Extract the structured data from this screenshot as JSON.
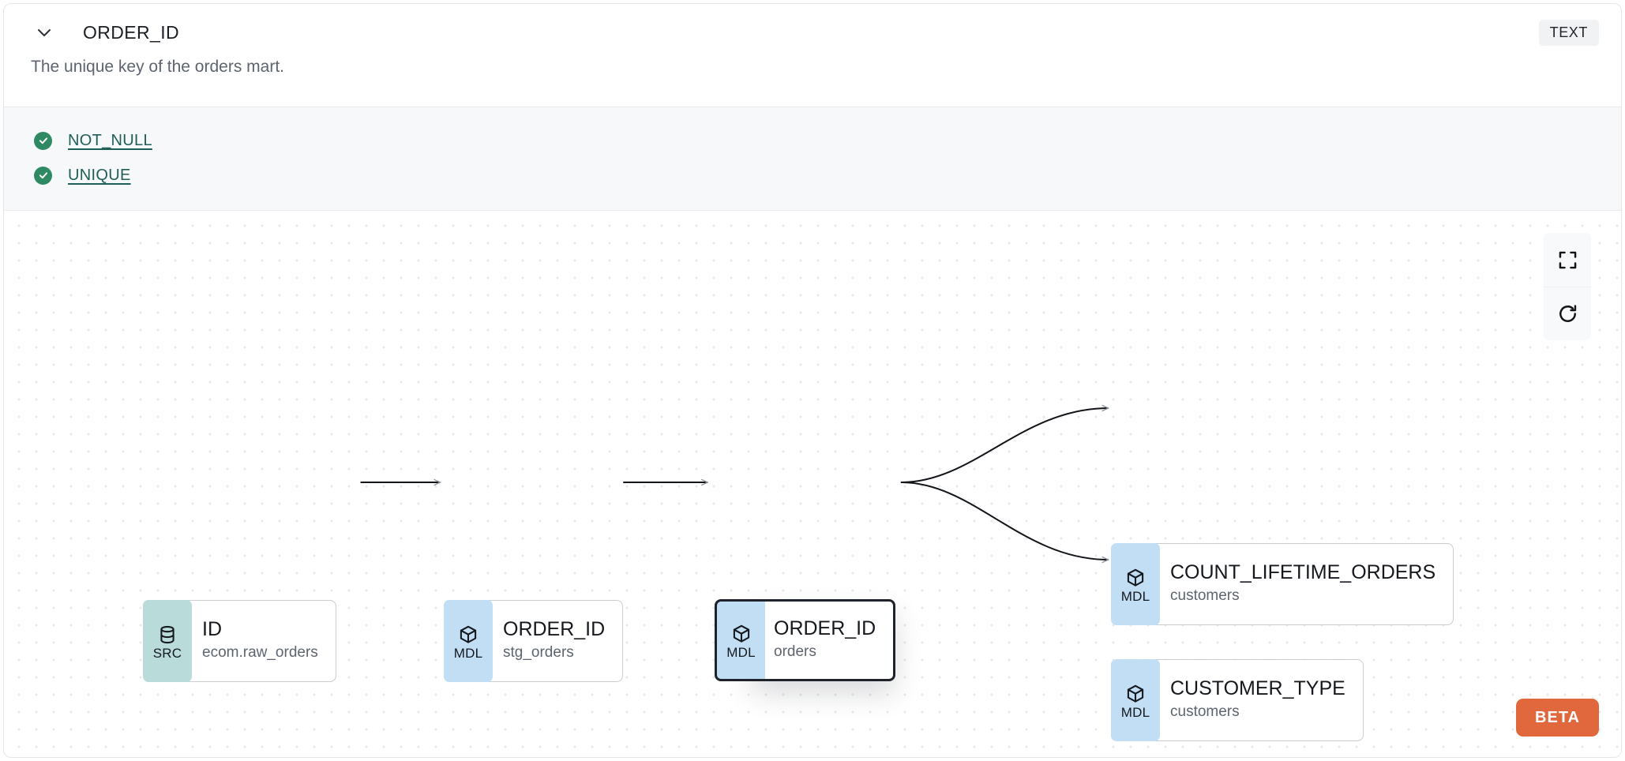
{
  "header": {
    "chevron_icon": "chevron-down-icon",
    "column_name": "ORDER_ID",
    "type_badge": "TEXT",
    "description": "The unique key of the orders mart."
  },
  "tests": [
    {
      "icon": "check-circle-icon",
      "label": "NOT_NULL",
      "status": "pass"
    },
    {
      "icon": "check-circle-icon",
      "label": "UNIQUE",
      "status": "pass"
    }
  ],
  "lineage": {
    "nodes": [
      {
        "id": "src-id",
        "badge": "SRC",
        "badge_icon": "database-icon",
        "name": "ID",
        "sub": "ecom.raw_orders",
        "selected": false
      },
      {
        "id": "stg-order-id",
        "badge": "MDL",
        "badge_icon": "cube-icon",
        "name": "ORDER_ID",
        "sub": "stg_orders",
        "selected": false
      },
      {
        "id": "orders-order-id",
        "badge": "MDL",
        "badge_icon": "cube-icon",
        "name": "ORDER_ID",
        "sub": "orders",
        "selected": true
      },
      {
        "id": "count-lifetime",
        "badge": "MDL",
        "badge_icon": "cube-icon",
        "name": "COUNT_LIFETIME_ORDERS",
        "sub": "customers",
        "selected": false
      },
      {
        "id": "customer-type",
        "badge": "MDL",
        "badge_icon": "cube-icon",
        "name": "CUSTOMER_TYPE",
        "sub": "customers",
        "selected": false
      }
    ],
    "edges": [
      {
        "from": "src-id",
        "to": "stg-order-id"
      },
      {
        "from": "stg-order-id",
        "to": "orders-order-id"
      },
      {
        "from": "orders-order-id",
        "to": "count-lifetime"
      },
      {
        "from": "orders-order-id",
        "to": "customer-type"
      }
    ],
    "controls": [
      {
        "name": "fit-view-button",
        "icon": "fullscreen-icon"
      },
      {
        "name": "refresh-button",
        "icon": "refresh-icon"
      }
    ],
    "beta_label": "BETA"
  },
  "colors": {
    "src_badge": "#b9dcdb",
    "mdl_badge": "#c2def5",
    "test_pass": "#2f8a63",
    "test_link": "#1f5f57",
    "beta": "#e0683c",
    "edge": "#111418",
    "panel_border": "#e3e5e8",
    "tests_bg": "#f7f8fa"
  }
}
